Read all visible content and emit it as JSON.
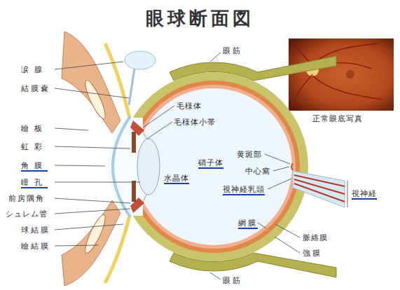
{
  "diagram": {
    "title": "眼球断面図",
    "labels": [
      "涙腺",
      "結膜嚢",
      "瞼板",
      "虹彩",
      "角膜",
      "瞳孔",
      "前房隅角",
      "シュレム管",
      "球結膜",
      "瞼結膜",
      "眼筋",
      "毛様体",
      "毛様体小帯",
      "黄斑部",
      "硝子体",
      "中心窩",
      "水晶体",
      "視神経乳頭",
      "視神経",
      "網膜",
      "脈絡膜",
      "強膜",
      "眼筋",
      "正常眼底写真"
    ]
  }
}
